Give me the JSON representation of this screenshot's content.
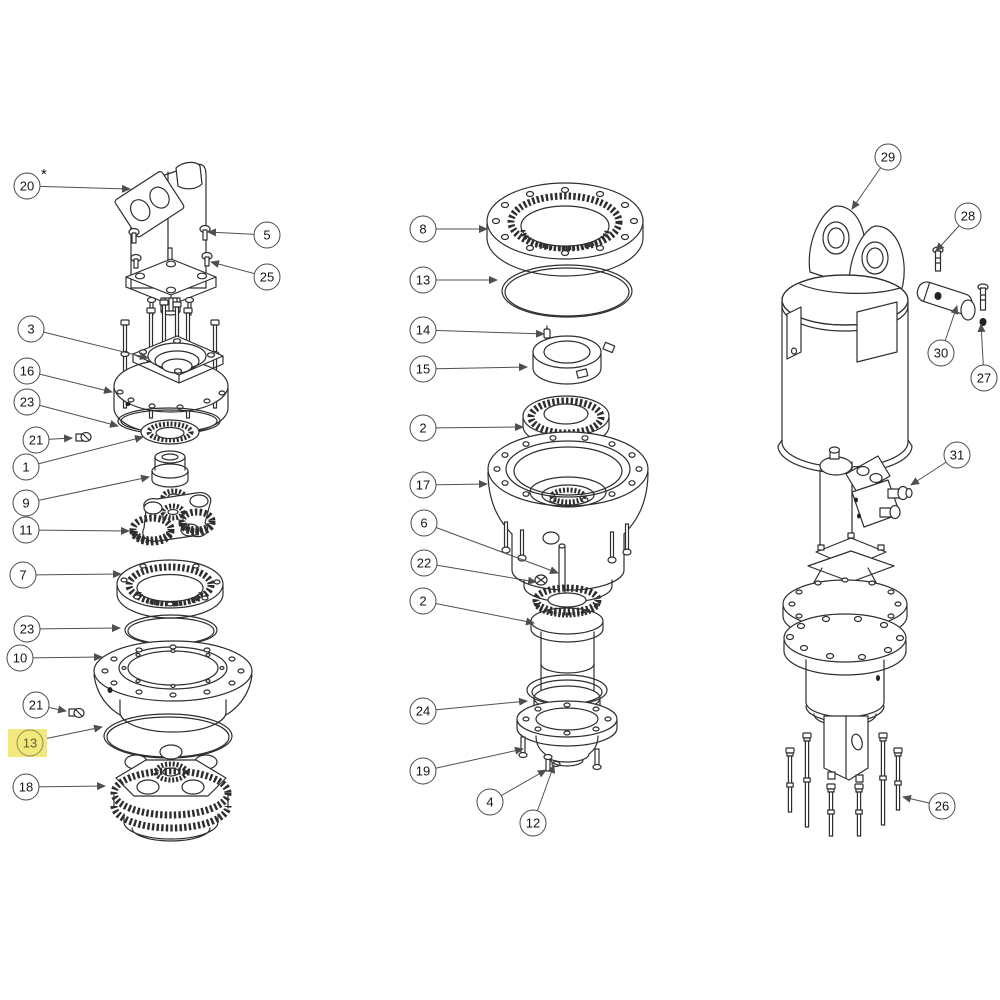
{
  "diagram": {
    "background_color": "#ffffff",
    "line_color": "#2e2e2e",
    "leader_color": "#4f4f4f",
    "highlight_color": "#f3e87c",
    "highlighted_callout": "13",
    "asterisk": "*",
    "callouts": [
      {
        "label": "20"
      },
      {
        "label": "5"
      },
      {
        "label": "25"
      },
      {
        "label": "3"
      },
      {
        "label": "16"
      },
      {
        "label": "23"
      },
      {
        "label": "21"
      },
      {
        "label": "1"
      },
      {
        "label": "9"
      },
      {
        "label": "11"
      },
      {
        "label": "7"
      },
      {
        "label": "23"
      },
      {
        "label": "10"
      },
      {
        "label": "21"
      },
      {
        "label": "13",
        "highlighted": true
      },
      {
        "label": "18"
      },
      {
        "label": "8"
      },
      {
        "label": "13"
      },
      {
        "label": "14"
      },
      {
        "label": "15"
      },
      {
        "label": "2"
      },
      {
        "label": "17"
      },
      {
        "label": "6"
      },
      {
        "label": "22"
      },
      {
        "label": "2"
      },
      {
        "label": "24"
      },
      {
        "label": "19"
      },
      {
        "label": "4"
      },
      {
        "label": "12"
      },
      {
        "label": "29"
      },
      {
        "label": "28"
      },
      {
        "label": "30"
      },
      {
        "label": "27"
      },
      {
        "label": "31"
      },
      {
        "label": "26"
      }
    ]
  }
}
